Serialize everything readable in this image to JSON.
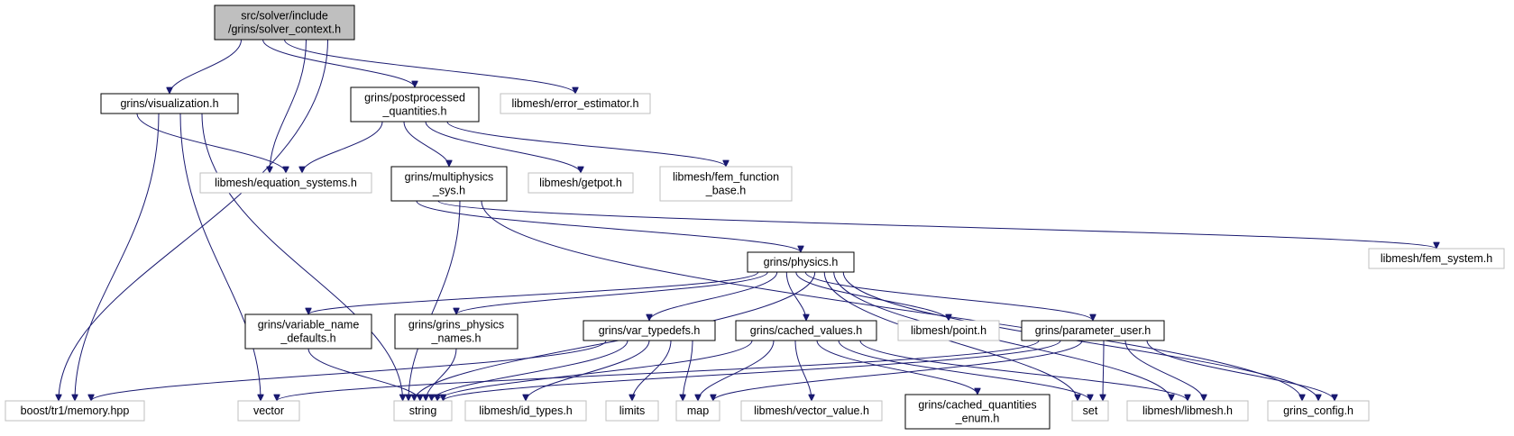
{
  "colors": {
    "edge": "#191970",
    "root_fill": "#bfbfbf",
    "root_border": "#000000",
    "internal_border": "#000000",
    "external_border": "#bfbfbf",
    "node_fill": "#ffffff",
    "text": "#000000"
  },
  "nodes": [
    {
      "id": "solver_context",
      "kind": "root",
      "lines": [
        "src/solver/include",
        "/grins/solver_context.h"
      ]
    },
    {
      "id": "visualization",
      "kind": "internal",
      "lines": [
        "grins/visualization.h"
      ]
    },
    {
      "id": "postprocessed",
      "kind": "internal",
      "lines": [
        "grins/postprocessed",
        "_quantities.h"
      ]
    },
    {
      "id": "error_estimator",
      "kind": "external",
      "lines": [
        "libmesh/error_estimator.h"
      ]
    },
    {
      "id": "equation_systems",
      "kind": "external",
      "lines": [
        "libmesh/equation_systems.h"
      ]
    },
    {
      "id": "multiphysics",
      "kind": "internal",
      "lines": [
        "grins/multiphysics",
        "_sys.h"
      ]
    },
    {
      "id": "getpot",
      "kind": "external",
      "lines": [
        "libmesh/getpot.h"
      ]
    },
    {
      "id": "fem_function_base",
      "kind": "external",
      "lines": [
        "libmesh/fem_function",
        "_base.h"
      ]
    },
    {
      "id": "physics",
      "kind": "internal",
      "lines": [
        "grins/physics.h"
      ]
    },
    {
      "id": "fem_system",
      "kind": "external",
      "lines": [
        "libmesh/fem_system.h"
      ]
    },
    {
      "id": "variable_name",
      "kind": "internal",
      "lines": [
        "grins/variable_name",
        "_defaults.h"
      ]
    },
    {
      "id": "physics_names",
      "kind": "internal",
      "lines": [
        "grins/grins_physics",
        "_names.h"
      ]
    },
    {
      "id": "var_typedefs",
      "kind": "internal",
      "lines": [
        "grins/var_typedefs.h"
      ]
    },
    {
      "id": "cached_values",
      "kind": "internal",
      "lines": [
        "grins/cached_values.h"
      ]
    },
    {
      "id": "point",
      "kind": "external",
      "lines": [
        "libmesh/point.h"
      ]
    },
    {
      "id": "parameter_user",
      "kind": "internal",
      "lines": [
        "grins/parameter_user.h"
      ]
    },
    {
      "id": "boost_memory",
      "kind": "external",
      "lines": [
        "boost/tr1/memory.hpp"
      ]
    },
    {
      "id": "vector",
      "kind": "external",
      "lines": [
        "vector"
      ]
    },
    {
      "id": "string",
      "kind": "external",
      "lines": [
        "string"
      ]
    },
    {
      "id": "id_types",
      "kind": "external",
      "lines": [
        "libmesh/id_types.h"
      ]
    },
    {
      "id": "limits",
      "kind": "external",
      "lines": [
        "limits"
      ]
    },
    {
      "id": "map",
      "kind": "external",
      "lines": [
        "map"
      ]
    },
    {
      "id": "vector_value",
      "kind": "external",
      "lines": [
        "libmesh/vector_value.h"
      ]
    },
    {
      "id": "cached_quantities_enum",
      "kind": "internal",
      "lines": [
        "grins/cached_quantities",
        "_enum.h"
      ]
    },
    {
      "id": "set",
      "kind": "external",
      "lines": [
        "set"
      ]
    },
    {
      "id": "libmesh",
      "kind": "external",
      "lines": [
        "libmesh/libmesh.h"
      ]
    },
    {
      "id": "grins_config",
      "kind": "external",
      "lines": [
        "grins_config.h"
      ]
    }
  ],
  "edges": [
    {
      "from": "solver_context",
      "to": "visualization"
    },
    {
      "from": "solver_context",
      "to": "postprocessed"
    },
    {
      "from": "solver_context",
      "to": "error_estimator"
    },
    {
      "from": "solver_context",
      "to": "equation_systems"
    },
    {
      "from": "solver_context",
      "to": "boost_memory"
    },
    {
      "from": "visualization",
      "to": "equation_systems"
    },
    {
      "from": "visualization",
      "to": "boost_memory"
    },
    {
      "from": "visualization",
      "to": "vector"
    },
    {
      "from": "visualization",
      "to": "string"
    },
    {
      "from": "postprocessed",
      "to": "equation_systems"
    },
    {
      "from": "postprocessed",
      "to": "multiphysics"
    },
    {
      "from": "postprocessed",
      "to": "getpot"
    },
    {
      "from": "postprocessed",
      "to": "fem_function_base"
    },
    {
      "from": "multiphysics",
      "to": "physics"
    },
    {
      "from": "multiphysics",
      "to": "fem_system"
    },
    {
      "from": "multiphysics",
      "to": "string"
    },
    {
      "from": "multiphysics",
      "to": "grins_config"
    },
    {
      "from": "physics",
      "to": "variable_name"
    },
    {
      "from": "physics",
      "to": "physics_names"
    },
    {
      "from": "physics",
      "to": "var_typedefs"
    },
    {
      "from": "physics",
      "to": "cached_values"
    },
    {
      "from": "physics",
      "to": "point"
    },
    {
      "from": "physics",
      "to": "parameter_user"
    },
    {
      "from": "physics",
      "to": "string"
    },
    {
      "from": "physics",
      "to": "set"
    },
    {
      "from": "physics",
      "to": "libmesh"
    },
    {
      "from": "physics",
      "to": "grins_config"
    },
    {
      "from": "variable_name",
      "to": "string"
    },
    {
      "from": "physics_names",
      "to": "string"
    },
    {
      "from": "var_typedefs",
      "to": "boost_memory"
    },
    {
      "from": "var_typedefs",
      "to": "string"
    },
    {
      "from": "var_typedefs",
      "to": "id_types"
    },
    {
      "from": "var_typedefs",
      "to": "limits"
    },
    {
      "from": "var_typedefs",
      "to": "map"
    },
    {
      "from": "cached_values",
      "to": "string"
    },
    {
      "from": "cached_values",
      "to": "map"
    },
    {
      "from": "cached_values",
      "to": "vector_value"
    },
    {
      "from": "cached_values",
      "to": "cached_quantities_enum"
    },
    {
      "from": "cached_values",
      "to": "set"
    },
    {
      "from": "cached_values",
      "to": "libmesh"
    },
    {
      "from": "parameter_user",
      "to": "vector"
    },
    {
      "from": "parameter_user",
      "to": "string"
    },
    {
      "from": "parameter_user",
      "to": "map"
    },
    {
      "from": "parameter_user",
      "to": "set"
    },
    {
      "from": "parameter_user",
      "to": "libmesh"
    },
    {
      "from": "parameter_user",
      "to": "grins_config"
    }
  ]
}
